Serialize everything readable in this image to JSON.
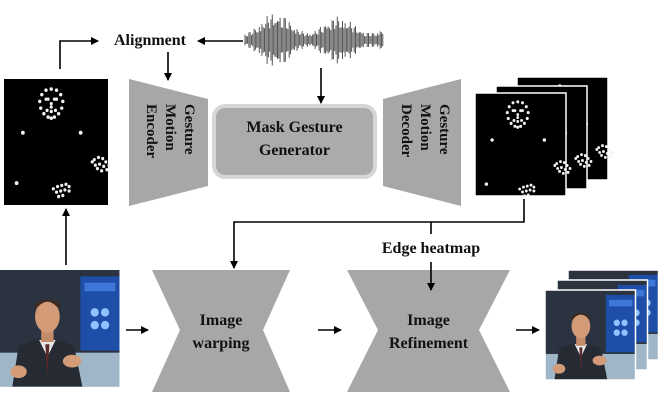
{
  "labels": {
    "alignment": "Alignment",
    "encoder": "Gesture\nMotion\nEncoder",
    "generator_line1": "Mask Gesture",
    "generator_line2": "Generator",
    "decoder": "Gesture\nMotion\nDecoder",
    "edge_heatmap": "Edge heatmap",
    "warping_line1": "Image",
    "warping_line2": "warping",
    "refinement_line1": "Image",
    "refinement_line2": "Refinement"
  },
  "colors": {
    "module_fill": "#a7a7a7",
    "generator_fill": "#ababab",
    "generator_border": "#d6d6d6",
    "arrow": "#000000",
    "keypoint": "#f2f2f2",
    "frame_bg": "#000000"
  },
  "icons": {
    "audio": "waveform-icon",
    "pose": "keypoint-skeleton-icon",
    "video_frame": "speaker-photo-icon"
  }
}
